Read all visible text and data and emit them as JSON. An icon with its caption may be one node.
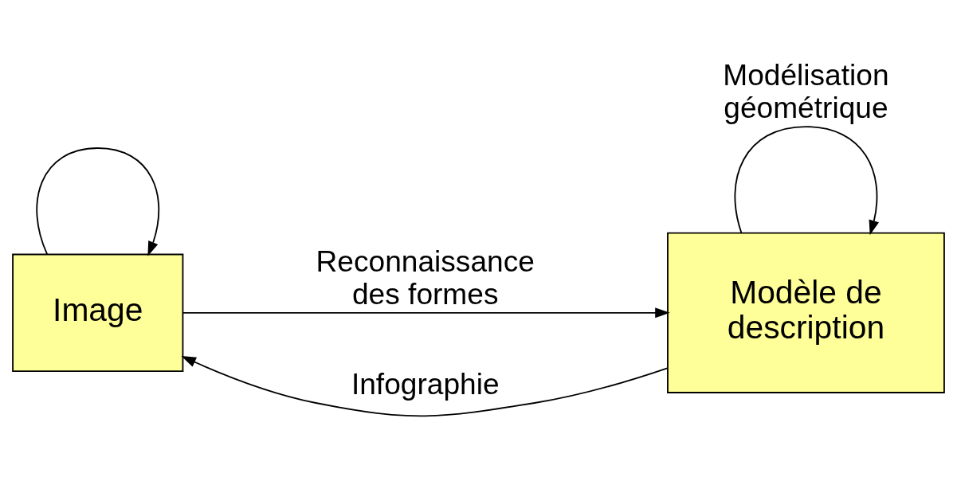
{
  "diagram": {
    "nodes": [
      {
        "text": [
          "Image"
        ]
      },
      {
        "text": [
          "Modèle de description"
        ]
      }
    ],
    "edges": [
      {
        "from": 0,
        "to": 0,
        "arrow": "to"
      },
      {
        "from": 1,
        "to": 0,
        "arrow": "to",
        "label": "Infographie"
      },
      {
        "from": 0,
        "to": 1,
        "arrow": "to",
        "label": "Reconnaissance des formes"
      },
      {
        "from": 1,
        "to": 1,
        "arrow": "to",
        "label": "Modélisation géométrique"
      }
    ]
  }
}
